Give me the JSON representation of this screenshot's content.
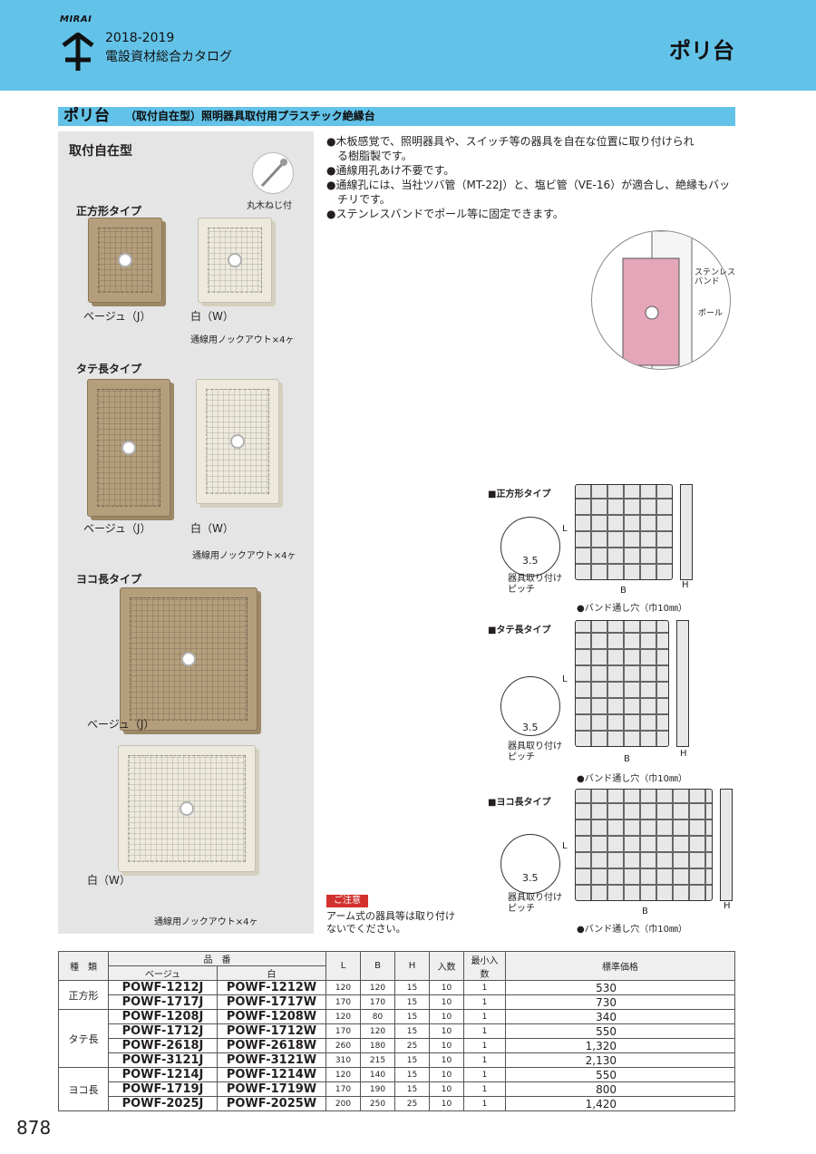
{
  "header": {
    "logo_text": "MIRAI",
    "year": "2018-2019",
    "catalog": "電設資材総合カタログ",
    "page_title": "ポリ台"
  },
  "section": {
    "main": "ポリ台",
    "sub": "（取付自在型）照明器具取付用プラスチック絶縁台"
  },
  "left_panel": {
    "title": "取付自在型",
    "screw_label": "丸木ねじ付",
    "square": {
      "type": "正方形タイプ",
      "beige": "ベージュ（J）",
      "white": "白（W）",
      "knock": "通線用ノックアウト×4ヶ"
    },
    "tall": {
      "type": "タテ長タイプ",
      "beige": "ベージュ（J）",
      "white": "白（W）",
      "knock": "通線用ノックアウト×4ヶ"
    },
    "wide": {
      "type": "ヨコ長タイプ",
      "beige": "ベージュ（J）",
      "white": "白（W）",
      "knock": "通線用ノックアウト×4ヶ"
    }
  },
  "bullets": [
    "●木板感覚で、照明器具や、スイッチ等の器具を自在な位置に取り付けられ",
    "る樹脂製です。",
    "●通線用孔あけ不要です。",
    "●通線孔には、当社ツバ管（MT-22J）と、塩ビ管（VE-16）が適合し、絶縁もバッ",
    "チリです。",
    "●ステンレスバンドでポール等に固定できます。"
  ],
  "pole_illustration": {
    "band": "ステンレス\nバンド",
    "pole": "ポール"
  },
  "diagrams": [
    {
      "title": "■正方形タイプ",
      "pitch": "3.5",
      "pitch_label": "器具取り付け\nピッチ",
      "band_hole": "●バンド通し穴（巾10㎜）",
      "L": "L",
      "B": "B",
      "H": "H"
    },
    {
      "title": "■タテ長タイプ",
      "pitch": "3.5",
      "pitch_label": "器具取り付け\nピッチ",
      "band_hole": "●バンド通し穴（巾10㎜）",
      "L": "L",
      "B": "B",
      "H": "H"
    },
    {
      "title": "■ヨコ長タイプ",
      "pitch": "3.5",
      "pitch_label": "器具取り付け\nピッチ",
      "band_hole": "●バンド通し穴（巾10㎜）",
      "L": "L",
      "B": "B",
      "H": "H"
    }
  ],
  "caution": {
    "badge": "ご注意",
    "text": "アーム式の器具等は取り付けないでください。"
  },
  "table": {
    "headers": {
      "kind": "種　類",
      "code": "品　番",
      "beige": "ベージュ",
      "white": "白",
      "L": "L",
      "B": "B",
      "H": "H",
      "qty": "入数",
      "min": "最小入数",
      "price": "標準価格"
    },
    "rows": [
      {
        "kind": "正方形",
        "beige": "POWF-1212J",
        "white": "POWF-1212W",
        "L": "120",
        "B": "120",
        "H": "15",
        "qty": "10",
        "min": "1",
        "price": "530"
      },
      {
        "kind": "",
        "beige": "POWF-1717J",
        "white": "POWF-1717W",
        "L": "170",
        "B": "170",
        "H": "15",
        "qty": "10",
        "min": "1",
        "price": "730"
      },
      {
        "kind": "タテ長",
        "beige": "POWF-1208J",
        "white": "POWF-1208W",
        "L": "120",
        "B": "80",
        "H": "15",
        "qty": "10",
        "min": "1",
        "price": "340"
      },
      {
        "kind": "",
        "beige": "POWF-1712J",
        "white": "POWF-1712W",
        "L": "170",
        "B": "120",
        "H": "15",
        "qty": "10",
        "min": "1",
        "price": "550"
      },
      {
        "kind": "",
        "beige": "POWF-2618J",
        "white": "POWF-2618W",
        "L": "260",
        "B": "180",
        "H": "25",
        "qty": "10",
        "min": "1",
        "price": "1,320"
      },
      {
        "kind": "",
        "beige": "POWF-3121J",
        "white": "POWF-3121W",
        "L": "310",
        "B": "215",
        "H": "15",
        "qty": "10",
        "min": "1",
        "price": "2,130"
      },
      {
        "kind": "ヨコ長",
        "beige": "POWF-1214J",
        "white": "POWF-1214W",
        "L": "120",
        "B": "140",
        "H": "15",
        "qty": "10",
        "min": "1",
        "price": "550"
      },
      {
        "kind": "",
        "beige": "POWF-1719J",
        "white": "POWF-1719W",
        "L": "170",
        "B": "190",
        "H": "15",
        "qty": "10",
        "min": "1",
        "price": "800"
      },
      {
        "kind": "",
        "beige": "POWF-2025J",
        "white": "POWF-2025W",
        "L": "200",
        "B": "250",
        "H": "25",
        "qty": "10",
        "min": "1",
        "price": "1,420"
      }
    ]
  },
  "page_number": "878",
  "colors": {
    "accent": "#63c2e8",
    "panel": "#e5e5e5",
    "beige": "#b49e7c",
    "white_plate": "#ede9dc",
    "caution": "#d2322d"
  }
}
